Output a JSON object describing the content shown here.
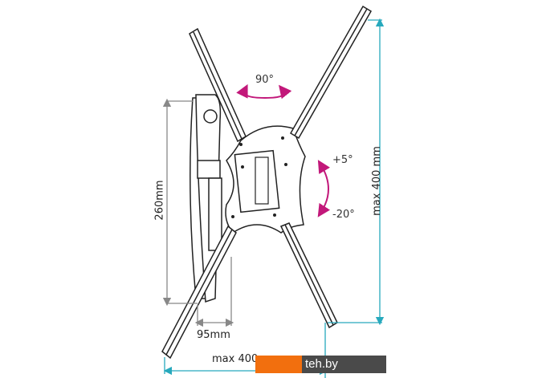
{
  "dimensions": {
    "height_label": "260mm",
    "depth_label": "95mm",
    "vertical_max_label": "max 400 mm",
    "horizontal_max_label": "max 400"
  },
  "rotation": {
    "swivel_label": "90°",
    "tilt_up_label": "+5°",
    "tilt_down_label": "-20°"
  },
  "watermark": {
    "text": "teh.by"
  },
  "colors": {
    "dimension_teal": "#27a9bd",
    "dimension_gray": "#888888",
    "rotation_pink": "#c2187a",
    "logo_orange": "#f26f0e",
    "logo_gray": "#4a4a4a"
  }
}
